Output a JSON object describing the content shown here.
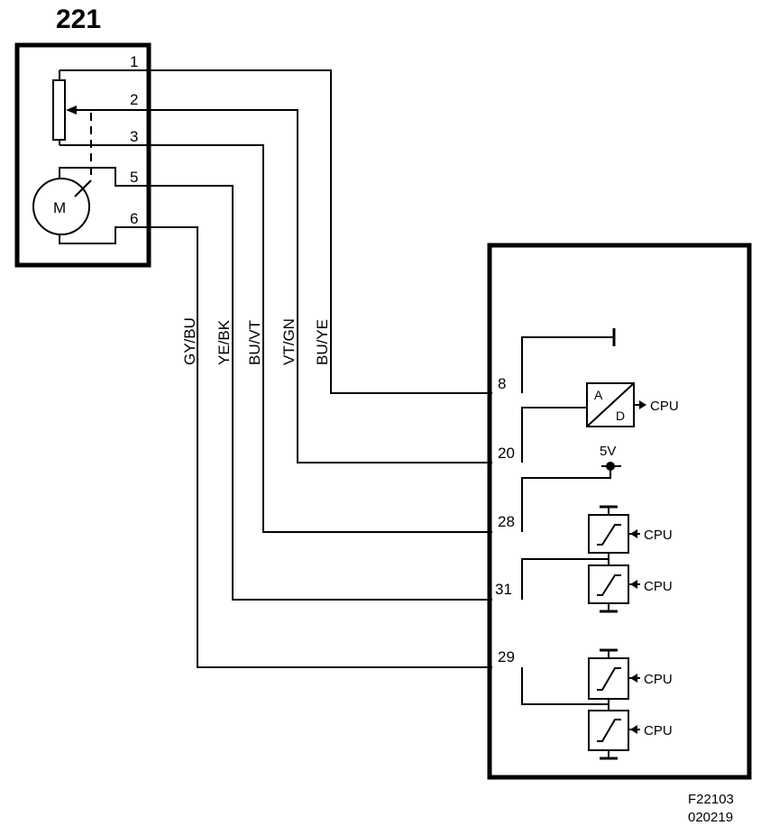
{
  "component": {
    "id": "221",
    "pins": [
      "1",
      "2",
      "3",
      "5",
      "6"
    ],
    "motor_label": "M"
  },
  "control_unit": {
    "pins": [
      "8",
      "20",
      "28",
      "31",
      "29"
    ],
    "supply_label": "5V",
    "cpu_label": "CPU",
    "ad_a": "A",
    "ad_d": "D"
  },
  "wires": [
    {
      "color": "BU/YE",
      "from_pin": "1",
      "to_pin": "8"
    },
    {
      "color": "VT/GN",
      "from_pin": "2",
      "to_pin": "20"
    },
    {
      "color": "BU/VT",
      "from_pin": "3",
      "to_pin": "28"
    },
    {
      "color": "YE/BK",
      "from_pin": "5",
      "to_pin": "31"
    },
    {
      "color": "GY/BU",
      "from_pin": "6",
      "to_pin": "29"
    }
  ],
  "figure": {
    "code": "F22103",
    "date": "020219"
  }
}
